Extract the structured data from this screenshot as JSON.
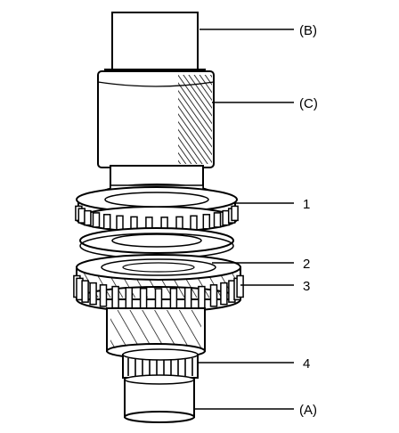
{
  "diagram": {
    "callouts": {
      "B": "(B)",
      "C": "(C)",
      "n1": "1",
      "n2": "2",
      "n3": "3",
      "n4": "4",
      "A": "(A)"
    },
    "colors": {
      "ink": "#000000",
      "paper": "#ffffff"
    }
  }
}
